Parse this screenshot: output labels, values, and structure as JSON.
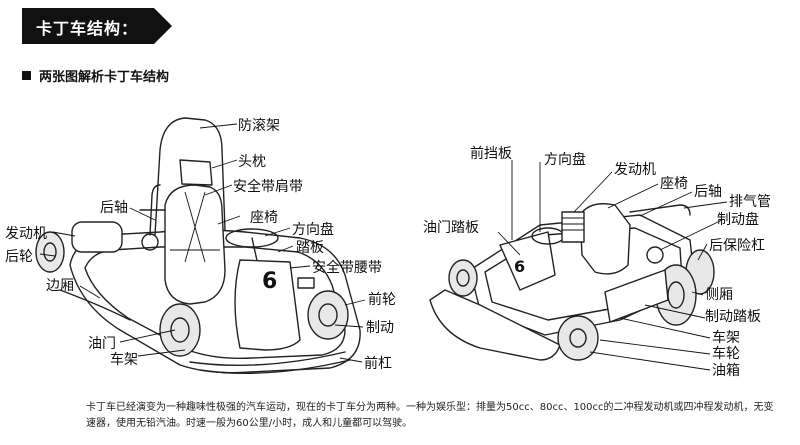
{
  "banner": {
    "title": "卡丁车结构："
  },
  "subtitle": "两张图解析卡丁车结构",
  "left_labels": {
    "rollbar": "防滚架",
    "headrest": "头枕",
    "shoulder_belt": "安全带肩带",
    "rear_axle": "后轴",
    "seat": "座椅",
    "engine": "发动机",
    "steering_wheel": "方向盘",
    "pedal": "踏板",
    "rear_wheel": "后轮",
    "waist_belt": "安全带腰带",
    "side_bar": "边厢",
    "front_wheel": "前轮",
    "brake": "制动",
    "throttle": "油门",
    "frame": "车架",
    "front_bumper": "前杠"
  },
  "right_labels": {
    "front_panel": "前挡板",
    "steering_wheel": "方向盘",
    "engine": "发动机",
    "seat": "座椅",
    "rear_axle": "后轴",
    "exhaust": "排气管",
    "brake_disc": "制动盘",
    "throttle_pedal": "油门踏板",
    "rear_bumper": "后保险杠",
    "side_pod": "侧厢",
    "brake_pedal": "制动踏板",
    "frame": "车架",
    "wheel": "车轮",
    "fuel_tank": "油箱"
  },
  "kart_number": "6",
  "caption": "卡丁车已经演变为一种趣味性极强的汽车运动，现在的卡丁车分为两种。一种为娱乐型：排量为50cc、80cc、100cc的二冲程发动机或四冲程发动机，无变速器，使用无铅汽油。时速一般为60公里/小时，成人和儿童都可以驾驶。"
}
